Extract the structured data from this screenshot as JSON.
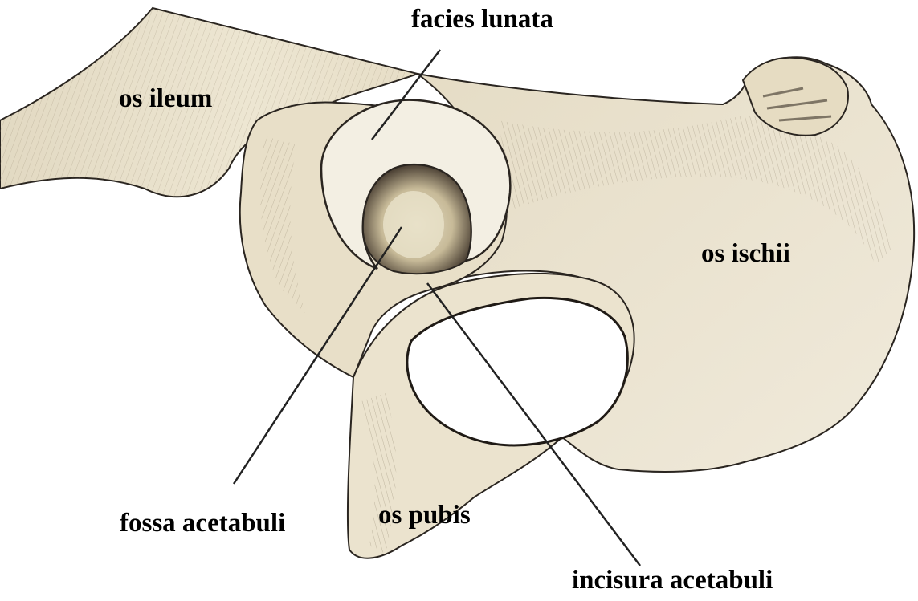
{
  "labels": {
    "facies_lunata": "facies lunata",
    "os_ileum": "os ileum",
    "os_ischii": "os ischii",
    "fossa_acetabuli": "fossa acetabuli",
    "os_pubis": "os pubis",
    "incisura_acetabuli": "incisura acetabuli"
  },
  "colors": {
    "bone": "#ece4cf",
    "bone_shadow": "#c9bca0",
    "ink": "#2a2520",
    "background": "#ffffff",
    "label_text": "#000000"
  }
}
